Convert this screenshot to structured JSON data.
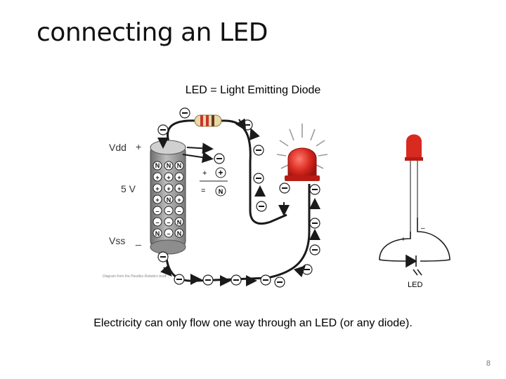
{
  "slide": {
    "title": "connecting an LED",
    "subtitle": "LED = Light Emitting Diode",
    "caption": "Electricity can only flow one way through an LED (or any diode).",
    "page_number": "8"
  },
  "circuit": {
    "vdd_label": "Vdd",
    "vdd_sign": "+",
    "voltage_label": "5 V",
    "vss_label": "Vss",
    "vss_sign": "_",
    "credit": "Diagram from the Parallax Robotics book",
    "legend_plus": "+",
    "legend_equals": "=",
    "neutron_symbol": "N"
  },
  "schematic": {
    "plus_sign": "+",
    "minus_sign": "–",
    "led_label": "LED"
  },
  "colors": {
    "led_red": "#d8281f",
    "wire": "#1a1a1a",
    "battery": "#8a8a8a"
  }
}
